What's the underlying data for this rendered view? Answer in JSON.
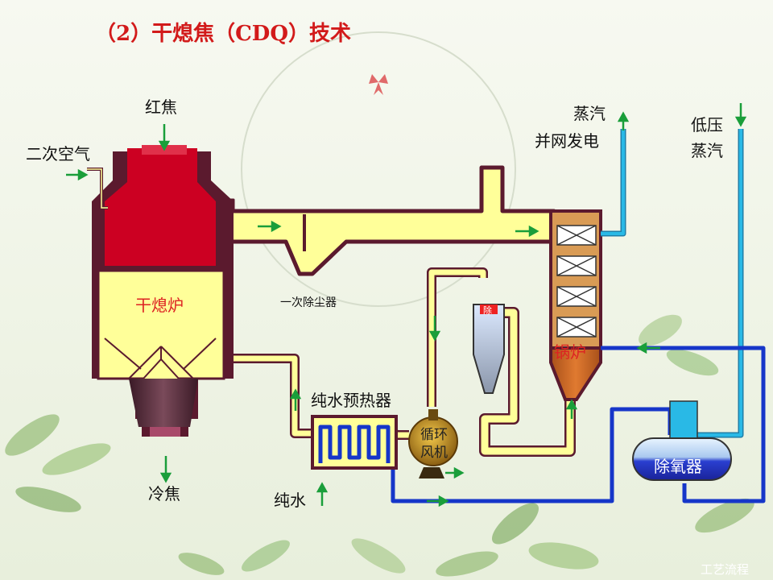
{
  "title": "（2）干熄焦（CDQ）技术",
  "labels": {
    "red_coke": "红焦",
    "secondary_air": "二次空气",
    "cdq_oven": "干熄炉",
    "cold_coke": "冷焦",
    "primary_dust_collector": "一次除尘器",
    "steam_line1": "蒸汽",
    "steam_line2": "并网发电",
    "lp_steam_line1": "低压",
    "lp_steam_line2": "蒸汽",
    "boiler": "锅炉",
    "secondary_dust": "除",
    "pure_water_preheater": "纯水预热器",
    "circulation_fan_line1": "循环",
    "circulation_fan_line2": "风机",
    "pure_water": "纯水",
    "deaerator": "除氧器",
    "watermark": "工艺流程"
  },
  "colors": {
    "flue": "#ffff99",
    "flue_outline": "#5b1a2e",
    "red_coke": "#cc0022",
    "steam_cyan": "#29b9e6",
    "water_blue": "#1636c9",
    "arrow_green": "#1a9e3a"
  }
}
